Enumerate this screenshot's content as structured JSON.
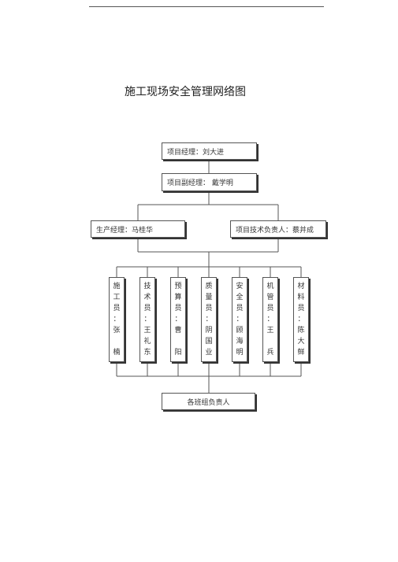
{
  "title": "施工现场安全管理网络图",
  "nodes": {
    "pm": "项目经理：刘大进",
    "deputy": "项目副经理：  戴学明",
    "production": "生产经理：马桂华",
    "tech": "项目技术负责人：蔡并成",
    "foremen": "各班组负责人"
  },
  "staff": [
    [
      "施",
      "工",
      "员",
      "：",
      "张",
      "",
      "楠"
    ],
    [
      "技",
      "术",
      "员",
      "：",
      "王",
      "礼",
      "东"
    ],
    [
      "预",
      "算",
      "员",
      "：",
      "曹",
      "",
      "阳"
    ],
    [
      "质",
      "量",
      "员",
      "：",
      "阴",
      "国",
      "业"
    ],
    [
      "安",
      "全",
      "员",
      "：",
      "顾",
      "海",
      "明"
    ],
    [
      "机",
      "管",
      "员",
      "：",
      "王",
      "",
      "兵"
    ],
    [
      "材",
      "料",
      "员",
      "：",
      "陈",
      "大",
      "鲜"
    ]
  ]
}
